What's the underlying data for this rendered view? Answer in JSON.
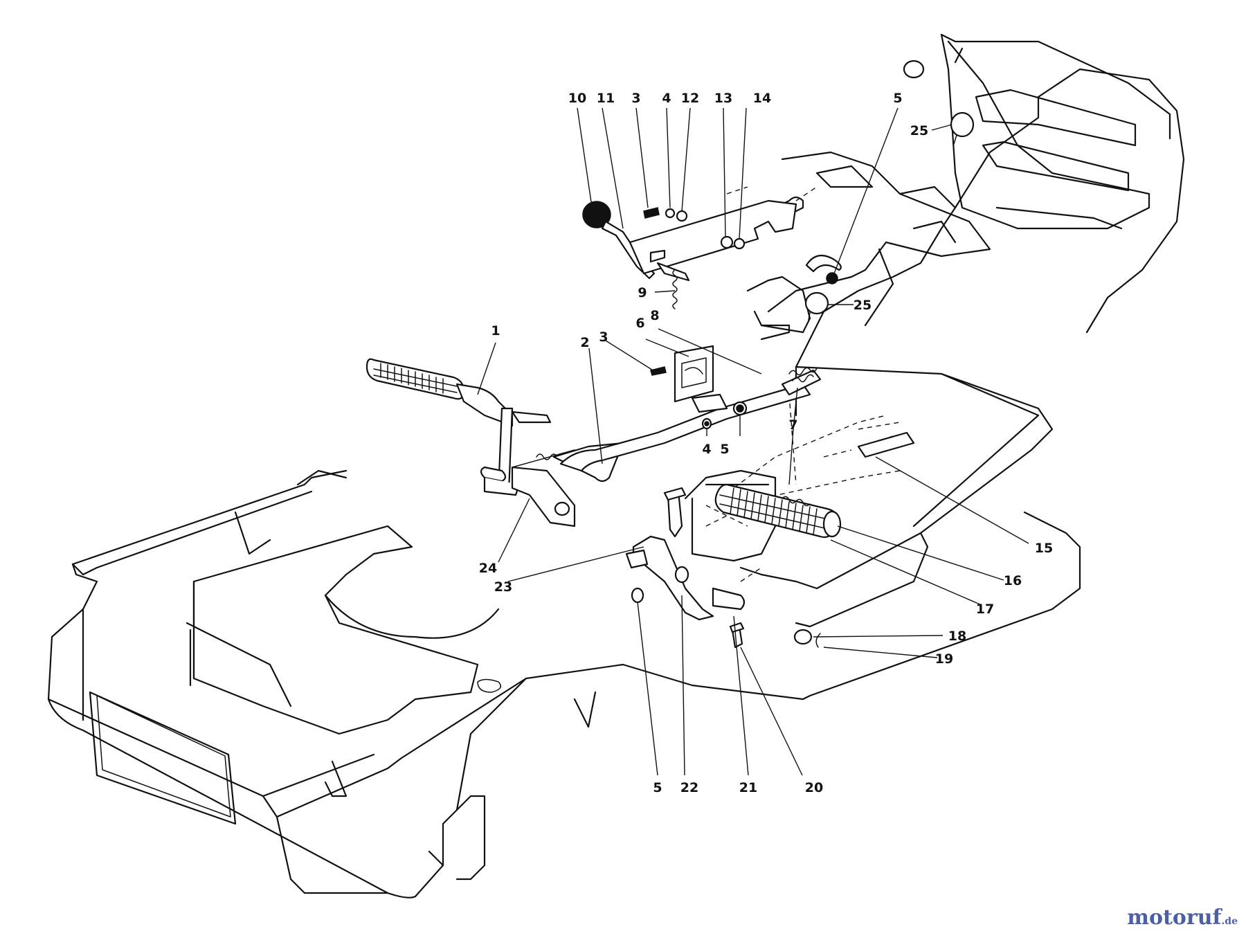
{
  "callouts": {
    "c10": "10",
    "c11": "11",
    "c3a": "3",
    "c4a": "4",
    "c12": "12",
    "c13": "13",
    "c14": "14",
    "c5a": "5",
    "c25a": "25",
    "c9": "9",
    "c25b": "25",
    "c8": "8",
    "c6": "6",
    "c3b": "3",
    "c2": "2",
    "c1": "1",
    "c7": "7",
    "c4b": "4",
    "c5b": "5",
    "c24": "24",
    "c23": "23",
    "c15": "15",
    "c16": "16",
    "c17": "17",
    "c18": "18",
    "c19": "19",
    "c5c": "5",
    "c22": "22",
    "c21": "21",
    "c20": "20"
  },
  "watermark": {
    "main": "motoruf",
    "tld": ".de"
  }
}
